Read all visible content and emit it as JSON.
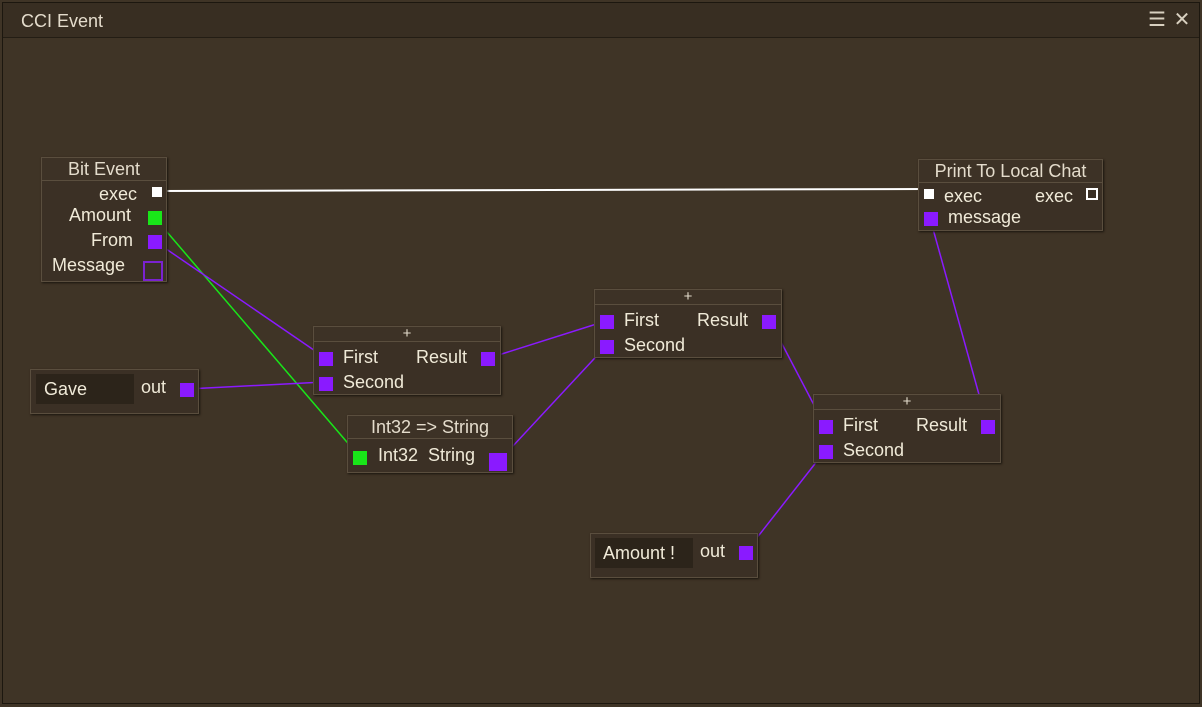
{
  "window": {
    "title": "CCI Event",
    "menu_icon": "hamburger-menu-icon",
    "close_icon": "close-icon"
  },
  "colors": {
    "background": "#3f3426",
    "purple_pin": "#8a1aff",
    "green_pin": "#19e619",
    "exec_wire": "#ffffff"
  },
  "nodes": {
    "bit_event": {
      "title": "Bit Event",
      "exec": "exec",
      "amount": "Amount",
      "from": "From",
      "message": "Message"
    },
    "print_chat": {
      "title": "Print To Local Chat",
      "exec_in": "exec",
      "exec_out": "exec",
      "message": "message"
    },
    "add1": {
      "title": "+",
      "first": "First",
      "second": "Second",
      "result": "Result"
    },
    "add2": {
      "title": "+",
      "first": "First",
      "second": "Second",
      "result": "Result"
    },
    "add3": {
      "title": "+",
      "first": "First",
      "second": "Second",
      "result": "Result"
    },
    "int_to_string": {
      "title": "Int32 => String",
      "input": "Int32",
      "output": "String"
    },
    "gave": {
      "value": "Gave",
      "out": "out"
    },
    "amount_const": {
      "value": "Amount !",
      "out": "out"
    }
  }
}
